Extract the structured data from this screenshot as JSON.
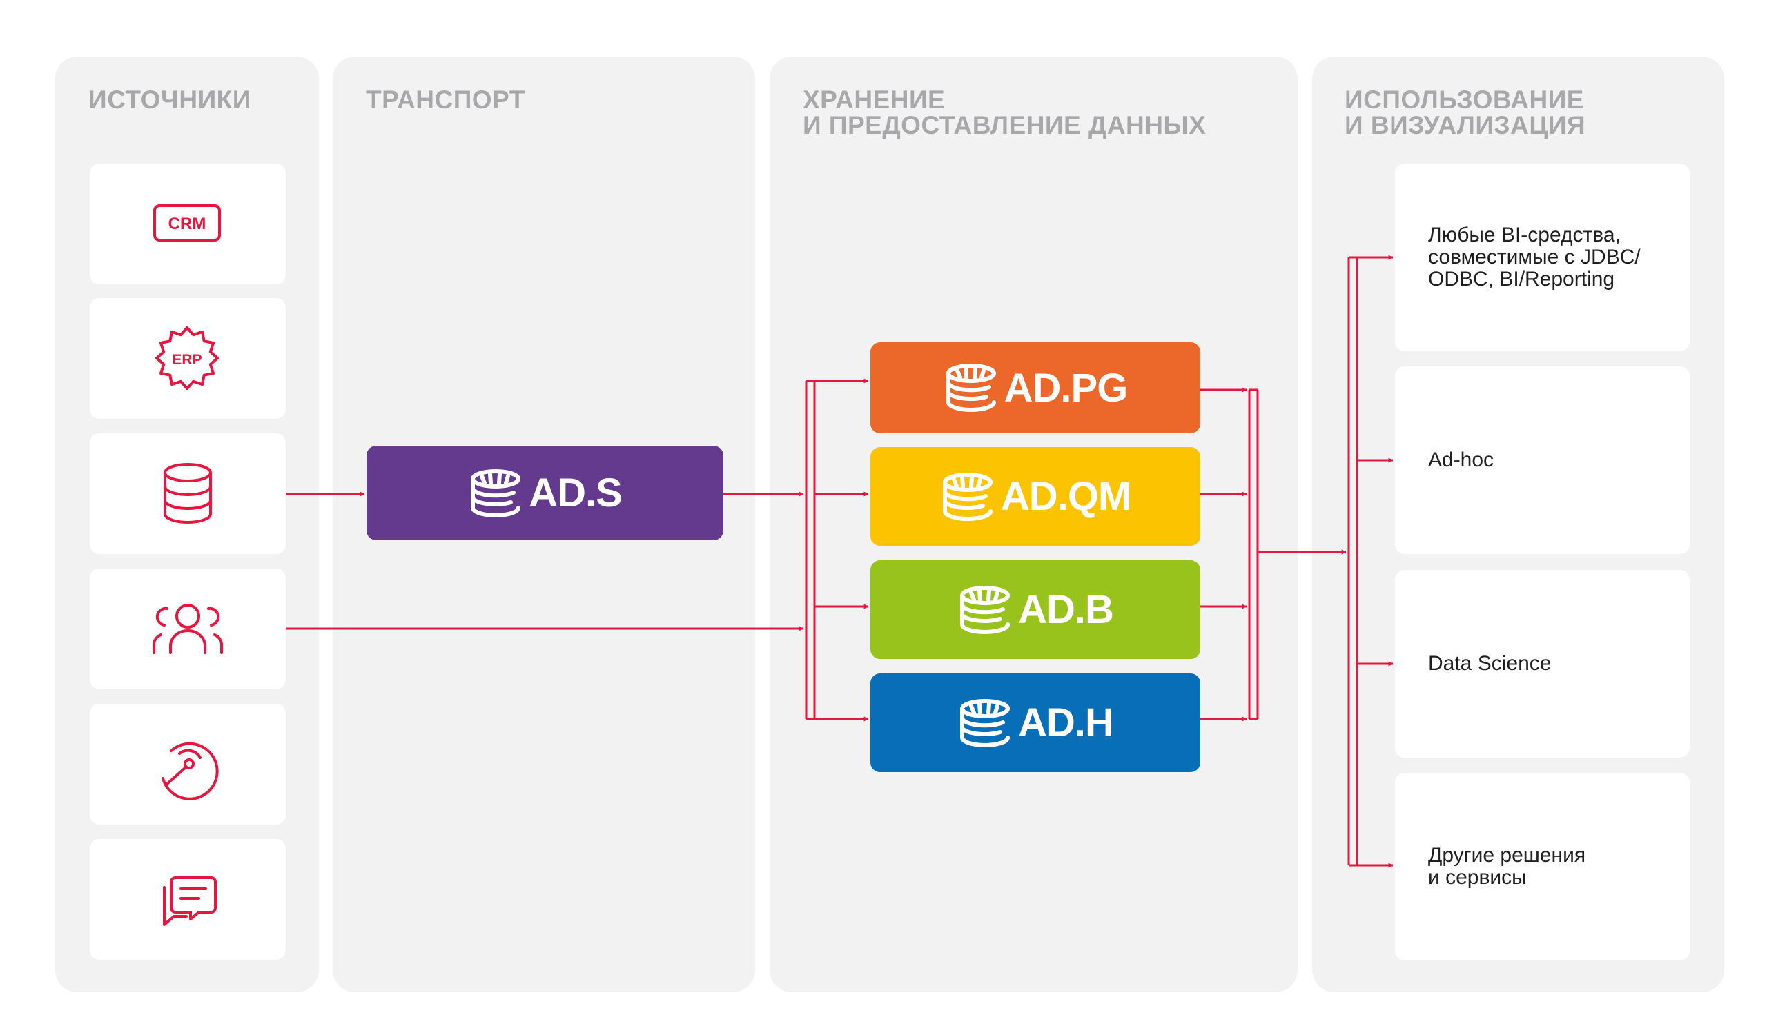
{
  "columns": {
    "sources": "ИСТОЧНИКИ",
    "transport": "ТРАНСПОРТ",
    "storage": "ХРАНЕНИЕ\nИ ПРЕДОСТАВЛЕНИЕ ДАННЫХ",
    "usage": "ИСПОЛЬЗОВАНИЕ\nИ ВИЗУАЛИЗАЦИЯ"
  },
  "sources": [
    {
      "icon": "crm-icon",
      "text": "CRM"
    },
    {
      "icon": "erp-icon",
      "text": "ERP"
    },
    {
      "icon": "database-icon"
    },
    {
      "icon": "users-icon"
    },
    {
      "icon": "gauge-icon"
    },
    {
      "icon": "chat-icon"
    }
  ],
  "transport": {
    "label": "AD.S",
    "color": "#643a8f"
  },
  "storage": [
    {
      "label": "AD.PG",
      "color": "#ec672a"
    },
    {
      "label": "AD.QM",
      "color": "#fcc400"
    },
    {
      "label": "AD.B",
      "color": "#97c31c"
    },
    {
      "label": "AD.H",
      "color": "#086eb7"
    }
  ],
  "outputs": [
    {
      "text": "Любые BI-средства,\nсовместимые с JDBC/\nODBC, BI/Reporting"
    },
    {
      "text": "Ad-hoc"
    },
    {
      "text": "Data Science"
    },
    {
      "text": "Другие решения\nи сервисы"
    }
  ],
  "colors": {
    "accent": "#e5173f",
    "panel": "#f2f2f3",
    "title": "#a8a8ab"
  }
}
